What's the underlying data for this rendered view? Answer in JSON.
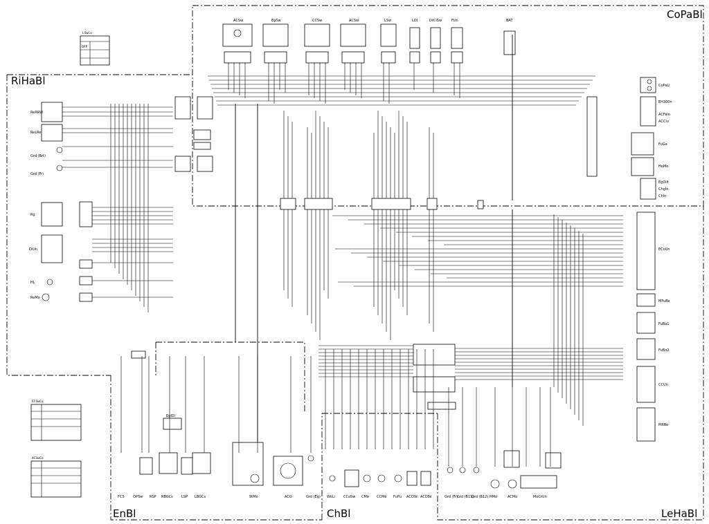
{
  "regions": {
    "copabl": "CoPaBl",
    "rihabl": "RiHaBl",
    "enbl": "EnBl",
    "chbl": "ChBl",
    "lehabl": "LeHaBl"
  },
  "top_components": [
    {
      "id": "acsw",
      "label": "ACSw"
    },
    {
      "id": "egsw",
      "label": "EgSw"
    },
    {
      "id": "ccsw",
      "label": "CCSw"
    },
    {
      "id": "acsw2",
      "label": "ACSw"
    },
    {
      "id": "lsw",
      "label": "LSw"
    },
    {
      "id": "ldi",
      "label": "LDI"
    },
    {
      "id": "drclsw",
      "label": "DrClSw"
    },
    {
      "id": "fun",
      "label": "FUn"
    },
    {
      "id": "bat",
      "label": "BAT"
    }
  ],
  "right_components": [
    {
      "id": "copali",
      "label": "CoPaLi"
    },
    {
      "id": "eh300n",
      "label": "EH300n"
    },
    {
      "id": "acfaln",
      "label": "ACFaln"
    },
    {
      "id": "acclu",
      "label": "ACClu"
    },
    {
      "id": "fuga",
      "label": "FuGa"
    },
    {
      "id": "homo",
      "label": "HoMo"
    },
    {
      "id": "egoilt",
      "label": "EgOilt"
    },
    {
      "id": "chgin",
      "label": "ChgIn"
    },
    {
      "id": "chin",
      "label": "ChIn"
    },
    {
      "id": "ecoun",
      "label": "ECoUn"
    },
    {
      "id": "mfube",
      "label": "MFuBe"
    },
    {
      "id": "fubo1",
      "label": "FuBo1"
    },
    {
      "id": "fubo2",
      "label": "FuBo2"
    },
    {
      "id": "ccun",
      "label": "CCUn"
    },
    {
      "id": "pirre",
      "label": "PiRRe"
    }
  ],
  "left_components": [
    {
      "id": "rerrw",
      "label": "ReRRW"
    },
    {
      "id": "relre",
      "label": "ReLRe"
    },
    {
      "id": "grd_rh",
      "label": "Grd (Brt)"
    },
    {
      "id": "grd_fr",
      "label": "Grd (Fr)"
    },
    {
      "id": "rg",
      "label": "Rg"
    },
    {
      "id": "diun",
      "label": "DiUn"
    },
    {
      "id": "hl",
      "label": "HL"
    },
    {
      "id": "remo",
      "label": "ReMo"
    }
  ],
  "bottom_components": [
    {
      "id": "fcs",
      "label": "FCS"
    },
    {
      "id": "opsw",
      "label": "OPSw"
    },
    {
      "id": "rsp",
      "label": "RSP"
    },
    {
      "id": "rbgcs",
      "label": "RBGCs"
    },
    {
      "id": "lsp",
      "label": "LSP"
    },
    {
      "id": "lbgcs",
      "label": "LBGCs"
    },
    {
      "id": "stmo",
      "label": "StMo"
    },
    {
      "id": "acg",
      "label": "ACG"
    },
    {
      "id": "grd_eg",
      "label": "Grd (Eg)"
    },
    {
      "id": "woli",
      "label": "WoLi"
    },
    {
      "id": "ccosw",
      "label": "CCoSw"
    },
    {
      "id": "cmo",
      "label": "CMo"
    },
    {
      "id": "ccmo",
      "label": "CCMo"
    },
    {
      "id": "fupu",
      "label": "FuPu"
    },
    {
      "id": "acosc",
      "label": "ACOSc"
    },
    {
      "id": "acdsc",
      "label": "ACDSc"
    },
    {
      "id": "grd_fr2",
      "label": "Grd (Fr)"
    },
    {
      "id": "grd_b11",
      "label": "Grd (B11)"
    },
    {
      "id": "grd_b12",
      "label": "Grd (B12)"
    },
    {
      "id": "hmo",
      "label": "HMo"
    },
    {
      "id": "acmo",
      "label": "ACMo"
    },
    {
      "id": "mocrun",
      "label": "MoCrUn"
    }
  ],
  "misc": {
    "egidi": "EgIDi",
    "lswco": "LSwCo",
    "ccswco": "CCSwCo",
    "acswco": "ACSwCo",
    "off": "OFF"
  }
}
